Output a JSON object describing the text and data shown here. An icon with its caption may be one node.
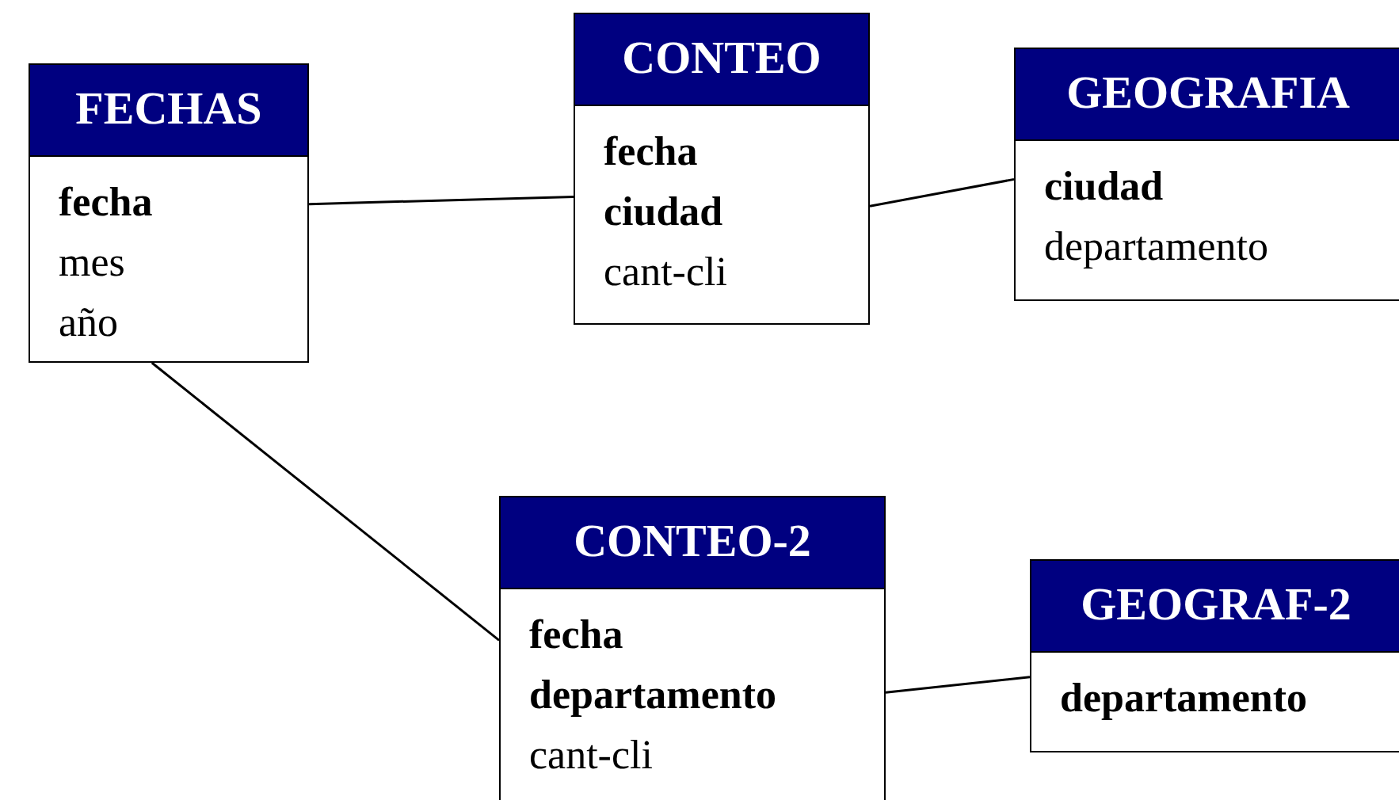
{
  "diagram": {
    "nodes": [
      {
        "text": [
          "FECHAS",
          "fecha",
          "mes año"
        ]
      },
      {
        "text": [
          "CONTEO",
          "fecha ciudad",
          "cant-cli"
        ]
      },
      {
        "text": [
          "GEOGRAFIA",
          "ciudad",
          "departamento"
        ]
      },
      {
        "text": [
          "CONTEO-2",
          "fecha departamento",
          "cant-cli"
        ]
      },
      {
        "text": [
          "GEOGRAF-2",
          "departamento"
        ]
      }
    ],
    "edges": [
      {
        "from": 0,
        "to": 1,
        "arrow": "none"
      },
      {
        "from": 1,
        "to": 2,
        "arrow": "none"
      },
      {
        "from": 0,
        "to": 3,
        "arrow": "none"
      },
      {
        "from": 3,
        "to": 4,
        "arrow": "none"
      }
    ]
  }
}
